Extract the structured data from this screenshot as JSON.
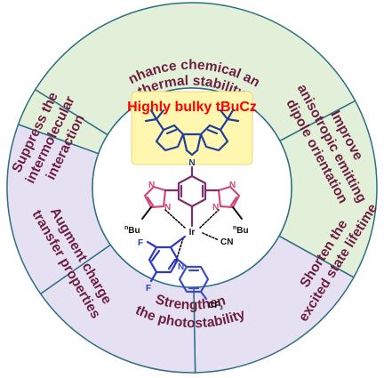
{
  "title_box": {
    "text": "Highly bulky tBuCz"
  },
  "segments": [
    {
      "lines": [
        "Enhance chemical and",
        "thermal stability"
      ],
      "color": "#e2f0d9"
    },
    {
      "lines": [
        "Improve",
        "anisotropic emitting",
        "dipole orientation"
      ],
      "color": "#e2f0d9"
    },
    {
      "lines": [
        "Shorten the",
        "excited state lifetime"
      ],
      "color": "#e6e0f3"
    },
    {
      "lines": [
        "Strengthen",
        "the photostability"
      ],
      "color": "#e6e0f3"
    },
    {
      "lines": [
        "Augment charge",
        "transfer properties"
      ],
      "color": "#e6e0f3"
    },
    {
      "lines": [
        "Suppress the",
        "intermolecular",
        "interaction"
      ],
      "color": "#e2f0d9"
    }
  ],
  "molecule": {
    "N_label": "N",
    "metal": "Ir",
    "nbu_left_sup": "n",
    "nbu_left": "Bu",
    "nbu_right_sup": "n",
    "nbu_right": "Bu",
    "cn": "CN",
    "f1": "F",
    "f2": "F",
    "cf3": "CF",
    "cf3_sub": "3",
    "imid_left_N1": "N",
    "imid_left_N2": "N",
    "imid_right_N1": "N",
    "imid_right_N2": "N",
    "py_N": "N"
  },
  "colors": {
    "ring_stroke": "#2e6f82",
    "text": "#6d1f3f",
    "title_red": "#ff0000",
    "title_box": "#fff7b0",
    "carbazole": "#1f3f9a",
    "imidazole": "#d04a7a",
    "phenyl_core": "#7a2f6e",
    "pyridine": "#3a4bc8",
    "fluoro": "#2e38c0",
    "black": "#111111"
  }
}
